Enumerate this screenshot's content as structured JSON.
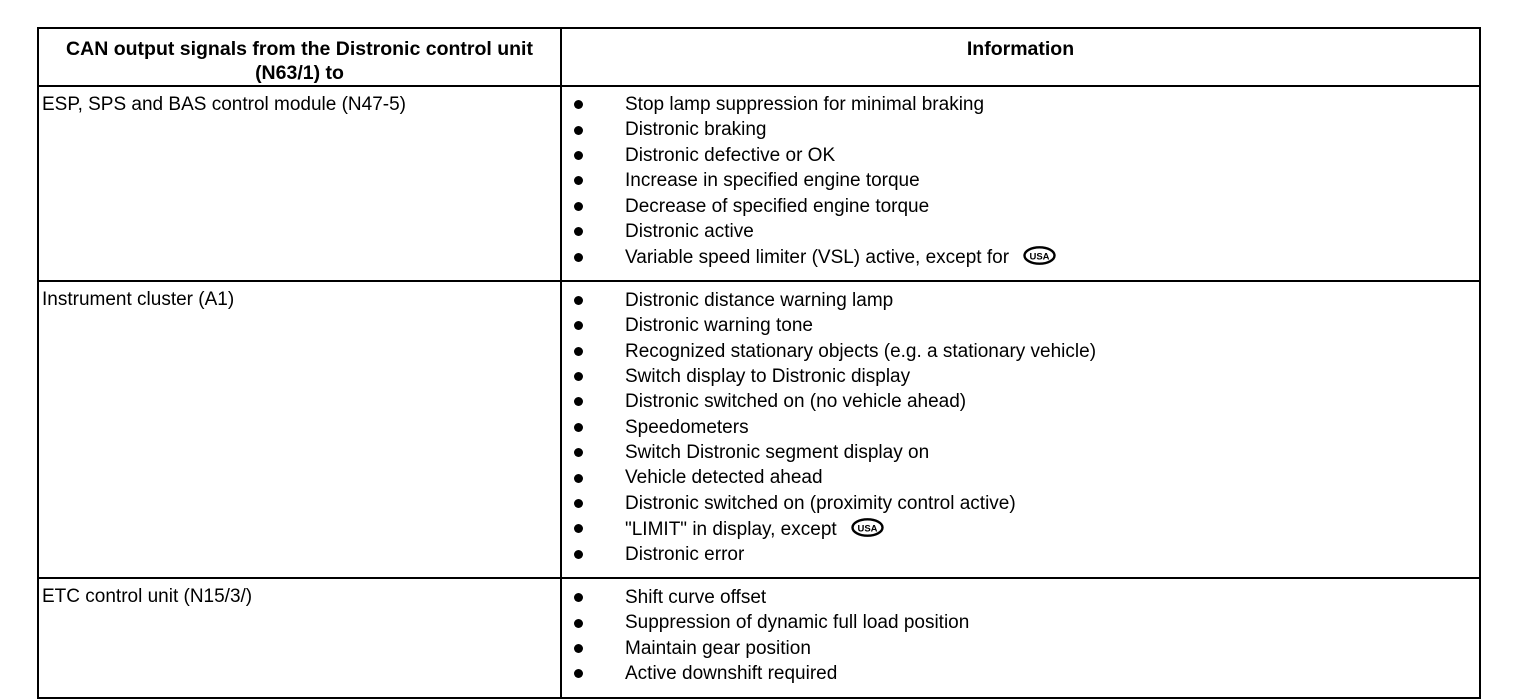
{
  "document": {
    "table": {
      "headers": {
        "left": "CAN output signals from the Distronic control unit (N63/1) to",
        "right": "Information"
      },
      "rows": [
        {
          "signal": "ESP, SPS and BAS control module (N47-5)",
          "items": [
            {
              "text": "Stop lamp suppression for minimal braking",
              "badge": null
            },
            {
              "text": "Distronic braking",
              "badge": null
            },
            {
              "text": "Distronic defective or OK",
              "badge": null
            },
            {
              "text": "Increase in specified engine torque",
              "badge": null
            },
            {
              "text": "Decrease of specified engine torque",
              "badge": null
            },
            {
              "text": "Distronic active",
              "badge": null
            },
            {
              "text": "Variable speed limiter (VSL) active, except for",
              "badge": "USA"
            }
          ]
        },
        {
          "signal": "Instrument cluster (A1)",
          "items": [
            {
              "text": "Distronic distance warning lamp",
              "badge": null
            },
            {
              "text": "Distronic warning tone",
              "badge": null
            },
            {
              "text": "Recognized stationary objects (e.g. a stationary vehicle)",
              "badge": null
            },
            {
              "text": "Switch display to Distronic display",
              "badge": null
            },
            {
              "text": "Distronic switched on (no vehicle ahead)",
              "badge": null
            },
            {
              "text": "Speedometers",
              "badge": null
            },
            {
              "text": "Switch Distronic segment display on",
              "badge": null
            },
            {
              "text": "Vehicle detected ahead",
              "badge": null
            },
            {
              "text": "Distronic switched on (proximity control active)",
              "badge": null
            },
            {
              "text": "\"LIMIT\" in display, except",
              "badge": "USA"
            },
            {
              "text": "Distronic error",
              "badge": null
            }
          ]
        },
        {
          "signal": "ETC control unit (N15/3/)",
          "items": [
            {
              "text": "Shift curve offset",
              "badge": null
            },
            {
              "text": "Suppression of dynamic full load position",
              "badge": null
            },
            {
              "text": "Maintain gear position",
              "badge": null
            },
            {
              "text": "Active downshift required",
              "badge": null
            }
          ]
        }
      ]
    },
    "colors": {
      "border": "#000000",
      "text": "#000000",
      "background": "#ffffff"
    }
  }
}
